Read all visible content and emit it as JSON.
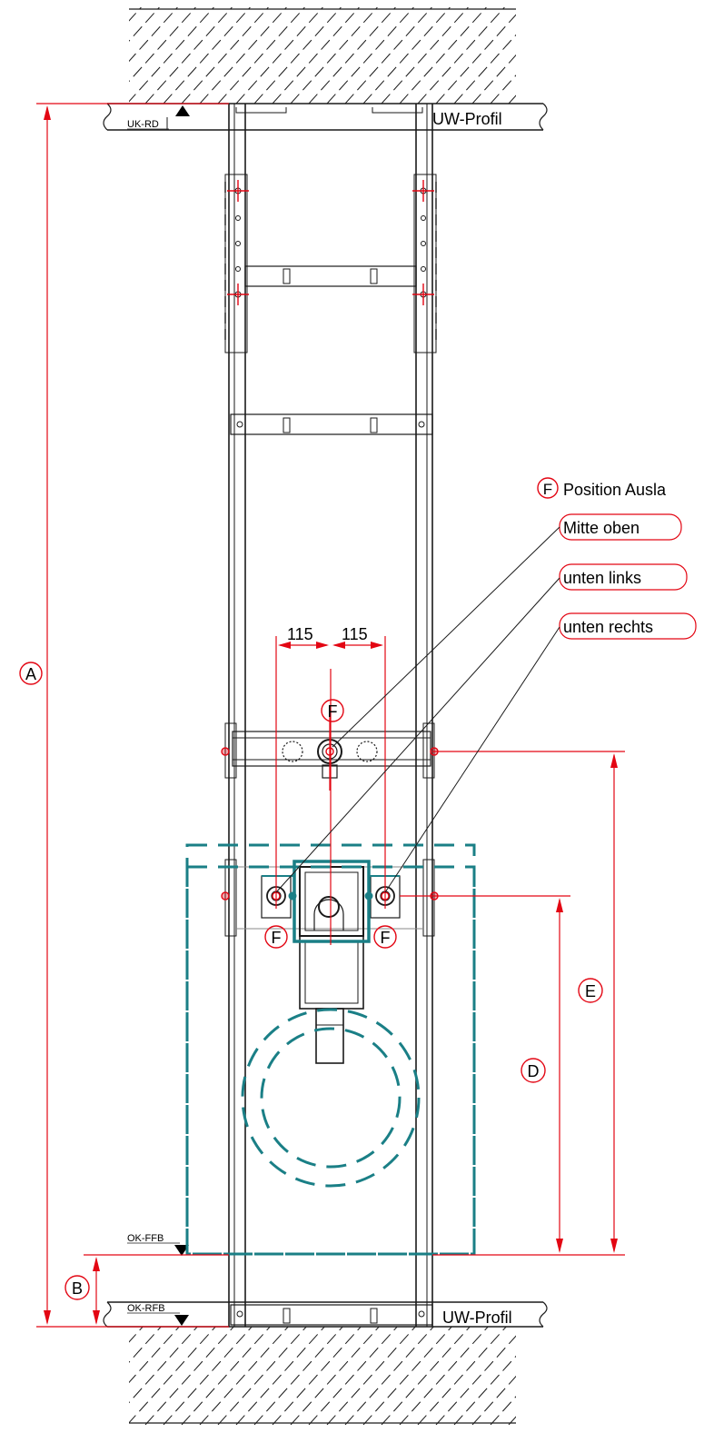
{
  "title": "",
  "levels": {
    "uk_rd": "UK-RD",
    "ok_ffb": "OK-FFB",
    "ok_rfb": "OK-RFB"
  },
  "profiles": {
    "top": "UW-Profil",
    "bottom": "UW-Profil"
  },
  "dimension_markers": {
    "a": "A",
    "b": "B",
    "d": "D",
    "e": "E",
    "f": "F"
  },
  "legend": {
    "marker": "F",
    "title": "Position Ausla",
    "items": [
      "Mitte oben",
      "unten links",
      "unten rechts"
    ]
  },
  "dimensions": {
    "left_spacing": "115",
    "right_spacing": "115"
  },
  "colors": {
    "dimension_red": "#e30613",
    "outline_teal": "#1a7f86",
    "frame_black": "#1a1a1a"
  }
}
